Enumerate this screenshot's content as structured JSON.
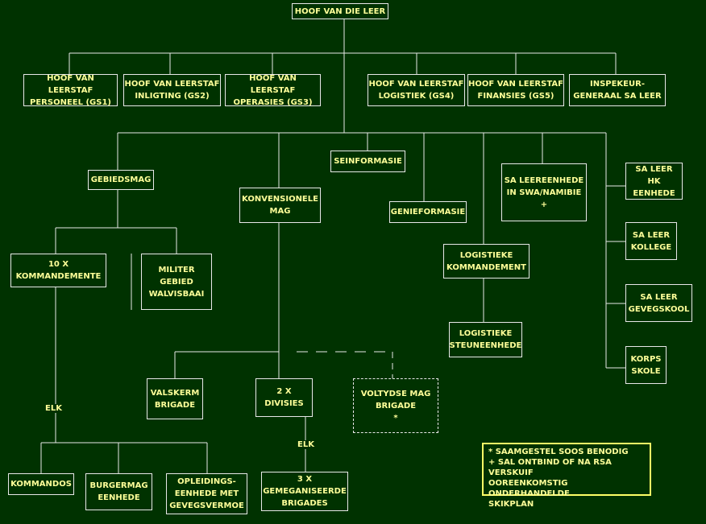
{
  "nodes": {
    "hoof": "HOOF VAN DIE LEER",
    "gs1": "HOOF VAN LEERSTAF\nPERSONEEL (GS1)",
    "gs2": "HOOF VAN LEERSTAF\nINLIGTING (GS2)",
    "gs3": "HOOF VAN LEERSTAF\nOPERASIES (GS3)",
    "gs4": "HOOF VAN LEERSTAF\nLOGISTIEK (GS4)",
    "gs5": "HOOF VAN LEERSTAF\nFINANSIES (GS5)",
    "inspekteur": "INSPEKEUR-\nGENERAAL SA LEER",
    "gebiedsmag": "GEBIEDSMAG",
    "konvensionele": "KONVENSIONELE\nMAG",
    "seinformasie": "SEINFORMASIE",
    "genieformasie": "GENIEFORMASIE",
    "logistieke_kommandement": "LOGISTIEKE\nKOMMANDEMENT",
    "logistieke_steun": "LOGISTIEKE\nSTEUNEENHEDE",
    "sa_leereenhede": "SA LEEREENHEDE\nIN SWA/NAMIBIE\n+",
    "hk_eenhede": "SA LEER\nHK EENHEDE",
    "kollege": "SA LEER\nKOLLEGE",
    "gevegskool": "SA LEER\nGEVEGSKOOL",
    "korpsskole": "KORPS\nSKOLE",
    "kommandemente": "10 X\nKOMMANDEMENTE",
    "walvisbaai": "MILITER\nGEBIED\nWALVISBAAI",
    "valskerm": "VALSKERM\nBRIGADE",
    "divisies": "2 X\nDIVISIES",
    "voltydse": "VOLTYDSE MAG\nBRIGADE\n*",
    "kommandos": "KOMMANDOS",
    "burgermag": "BURGERMAG\nEENHEDE",
    "opleidings": "OPLEIDINGS-\nEENHEDE MET\nGEVEGSVERMOE",
    "gemeganiseerde": "3 X\nGEMEGANISEERDE\nBRIGADES"
  },
  "labels": {
    "elk_left": "ELK",
    "elk_right": "ELK"
  },
  "legend": {
    "text": "* SAAMGESTEL SOOS BENODIG\n+ SAL ONTBIND OF NA RSA VERSKUIF\n   OOREENKOMSTIG ONDERHANDELDE\n   SKIKPLAN"
  },
  "colors": {
    "background": "#003200",
    "text": "#ffff99",
    "lines": "#e8e8e8",
    "legend_border": "#ffff66"
  }
}
